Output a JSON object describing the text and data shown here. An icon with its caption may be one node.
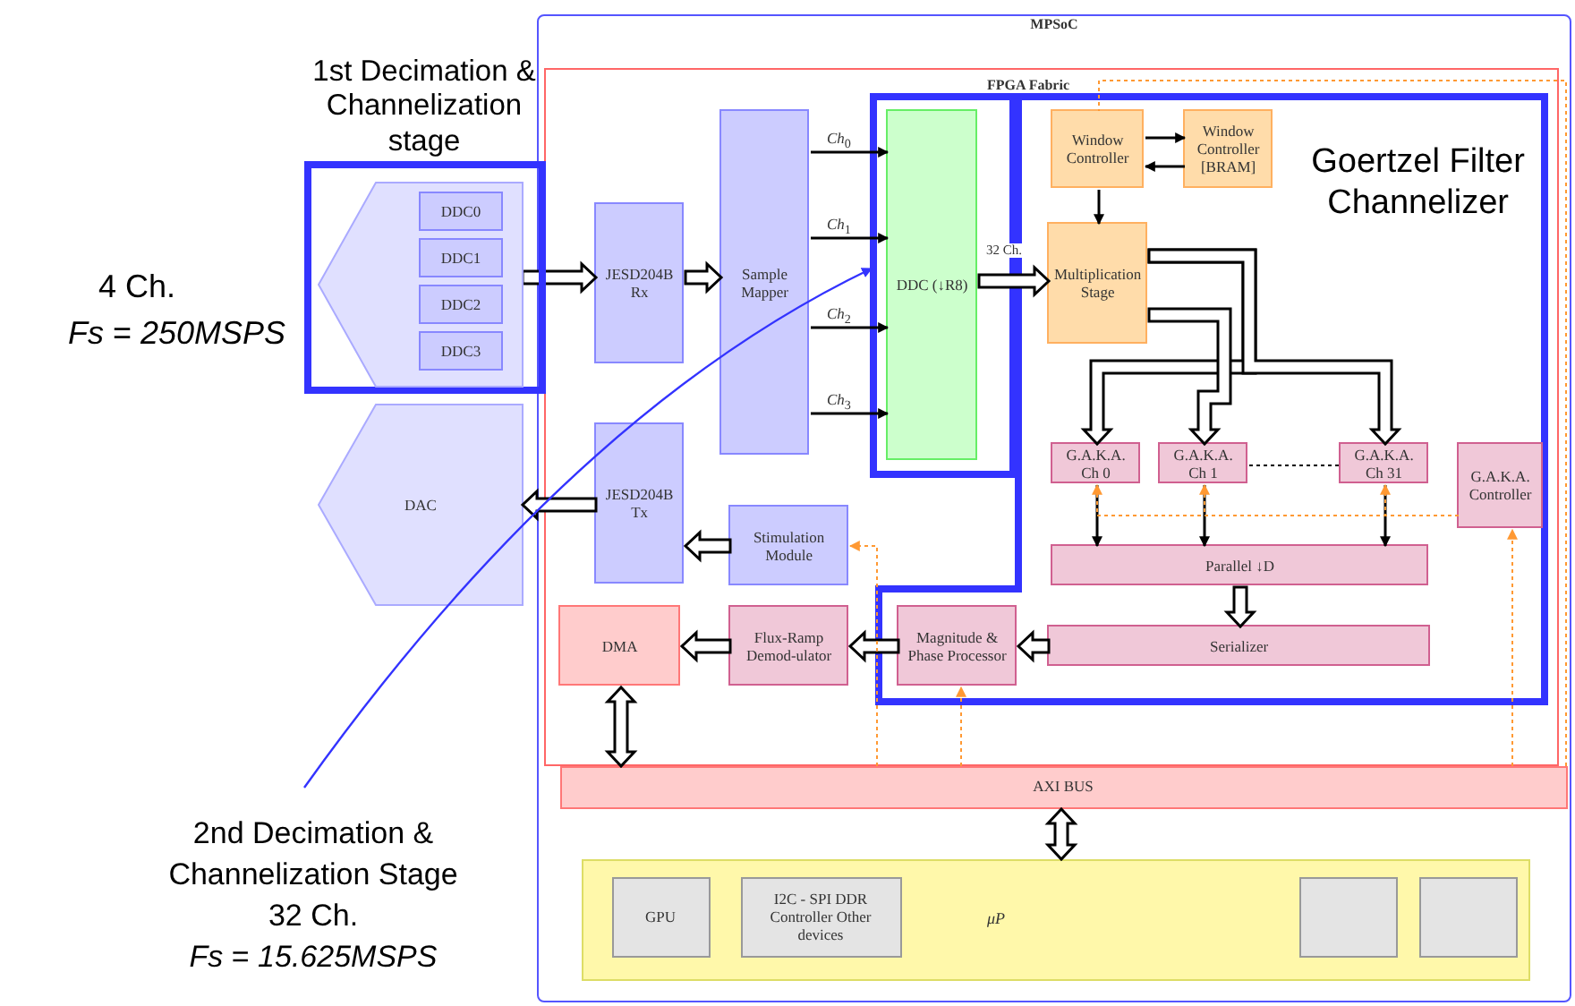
{
  "diagram": {
    "nodes": [
      {
        "text": [
          "MPSoC"
        ]
      },
      {
        "text": [
          "FPGA Fabric"
        ],
        "in": 0
      },
      {
        "text": [
          "1st Decimation & Channelization stage"
        ]
      },
      {
        "text": [],
        "shape": "hexagon",
        "in": 2
      },
      {
        "text": [
          "DDC0"
        ],
        "in": 3
      },
      {
        "text": [
          "DDC1"
        ],
        "in": 3
      },
      {
        "text": [
          "DDC2"
        ],
        "in": 3
      },
      {
        "text": [
          "DDC3"
        ],
        "in": 3
      },
      {
        "text": [
          "DAC"
        ]
      },
      {
        "text": [
          "JESD204B Rx"
        ],
        "in": 1
      },
      {
        "text": [
          "JESD204B Tx"
        ],
        "in": 1
      },
      {
        "text": [
          "Sample Mapper"
        ],
        "in": 1
      },
      {
        "text": [],
        "shape": "box",
        "in": 1
      },
      {
        "text": [
          "DDC (↓R8)"
        ],
        "in": 12
      },
      {
        "text": [
          "Goertzel Filter Channelizer"
        ],
        "in": 1
      },
      {
        "text": [
          "Window Controller"
        ],
        "in": 14
      },
      {
        "text": [
          "Window Controller [BRAM]"
        ],
        "in": 14
      },
      {
        "text": [
          "Multiplication Stage"
        ],
        "in": 14
      },
      {
        "text": [
          "G.A.K.A. Ch 0"
        ],
        "in": 14
      },
      {
        "text": [
          "G.A.K.A. Ch 1"
        ],
        "in": 14
      },
      {
        "text": [
          "G.A.K.A. Ch 31"
        ],
        "in": 14
      },
      {
        "text": [
          "G.A.K.A. Controller"
        ],
        "in": 14
      },
      {
        "text": [
          "Parallel ↓D"
        ],
        "in": 14
      },
      {
        "text": [
          "Serializer"
        ],
        "in": 14
      },
      {
        "text": [
          "Stimulation Module"
        ],
        "in": 1
      },
      {
        "text": [
          "DMA"
        ],
        "in": 1
      },
      {
        "text": [
          "Flux-Ramp Demod-ulator"
        ],
        "in": 1
      },
      {
        "text": [
          "Magnitude & Phase Processor"
        ],
        "in": 14
      },
      {
        "text": [
          "AXI BUS"
        ],
        "in": 0
      },
      {
        "text": [
          "μP"
        ],
        "in": 0
      },
      {
        "text": [
          "GPU"
        ],
        "in": 29
      },
      {
        "text": [
          "I2C - SPI DDR Controller Other devices"
        ],
        "in": 29
      },
      {
        "text": [],
        "shape": "box",
        "in": 29
      },
      {
        "text": [],
        "shape": "box",
        "in": 29
      },
      {
        "text": [
          "2nd Decimation & Channelization Stage",
          "32 Ch.",
          "*Fs* = *15.625MSPS*"
        ]
      }
    ],
    "edges": [
      {
        "from": 3,
        "to": 9,
        "arrow": "to",
        "style": "thick"
      },
      {
        "from": 9,
        "to": 11,
        "arrow": "to",
        "style": "thick"
      },
      {
        "from": 11,
        "to": 13,
        "arrow": "to",
        "label": "*Ch*$_{0}$"
      },
      {
        "from": 11,
        "to": 13,
        "arrow": "to",
        "label": "*Ch*$_{1}$"
      },
      {
        "from": 11,
        "to": 13,
        "arrow": "to",
        "label": "*Ch*$_{2}$"
      },
      {
        "from": 11,
        "to": 13,
        "arrow": "to",
        "label": "*Ch*$_{3}$"
      },
      {
        "from": 13,
        "to": 17,
        "arrow": "to",
        "style": "thick",
        "label": "32 Ch."
      },
      {
        "from": 15,
        "to": 16,
        "arrow": "to"
      },
      {
        "from": 16,
        "to": 15,
        "arrow": "to"
      },
      {
        "from": 15,
        "to": 17,
        "arrow": "to"
      },
      {
        "from": 17,
        "to": 18,
        "arrow": "to",
        "style": "thick"
      },
      {
        "from": 17,
        "to": 19,
        "arrow": "to",
        "style": "thick"
      },
      {
        "from": 17,
        "to": 20,
        "arrow": "to",
        "style": "thick"
      },
      {
        "from": 18,
        "to": 22,
        "arrow": "to"
      },
      {
        "from": 19,
        "to": 22,
        "arrow": "to"
      },
      {
        "from": 20,
        "to": 22,
        "arrow": "to"
      },
      {
        "from": 22,
        "to": 23,
        "arrow": "to",
        "style": "thick"
      },
      {
        "from": 23,
        "to": 27,
        "arrow": "to",
        "style": "thick"
      },
      {
        "from": 27,
        "to": 26,
        "arrow": "to",
        "style": "thick"
      },
      {
        "from": 26,
        "to": 25,
        "arrow": "to",
        "style": "thick"
      },
      {
        "from": 24,
        "to": 10,
        "arrow": "to",
        "style": "thick"
      },
      {
        "from": 10,
        "to": 8,
        "arrow": "to",
        "style": "thick"
      },
      {
        "from": 25,
        "to": 28,
        "arrow": "both",
        "style": "thick"
      },
      {
        "from": 28,
        "to": 29,
        "arrow": "both",
        "style": "thick"
      },
      {
        "from": 21,
        "to": 18,
        "arrow": "to",
        "style": "dashed",
        "color": "#ff9933"
      },
      {
        "from": 21,
        "to": 19,
        "arrow": "to",
        "style": "dashed",
        "color": "#ff9933"
      },
      {
        "from": 21,
        "to": 20,
        "arrow": "to",
        "style": "dashed",
        "color": "#ff9933"
      },
      {
        "from": 28,
        "to": 21,
        "arrow": "to",
        "style": "dashed",
        "color": "#ff9933"
      },
      {
        "from": 28,
        "to": 27,
        "arrow": "to",
        "style": "dashed",
        "color": "#ff9933"
      },
      {
        "from": 28,
        "to": 24,
        "arrow": "to",
        "style": "dashed",
        "color": "#ff9933"
      },
      {
        "from": 28,
        "to": 15,
        "arrow": "none",
        "style": "dashed",
        "color": "#ff9933"
      },
      {
        "from": 34,
        "to": 12,
        "arrow": "to",
        "color": "#3333ff"
      },
      {
        "from": 19,
        "to": 20,
        "arrow": "none",
        "style": "dashed"
      }
    ],
    "labels": [
      "4 Ch.",
      "*Fs* = *250MSPS*"
    ]
  }
}
